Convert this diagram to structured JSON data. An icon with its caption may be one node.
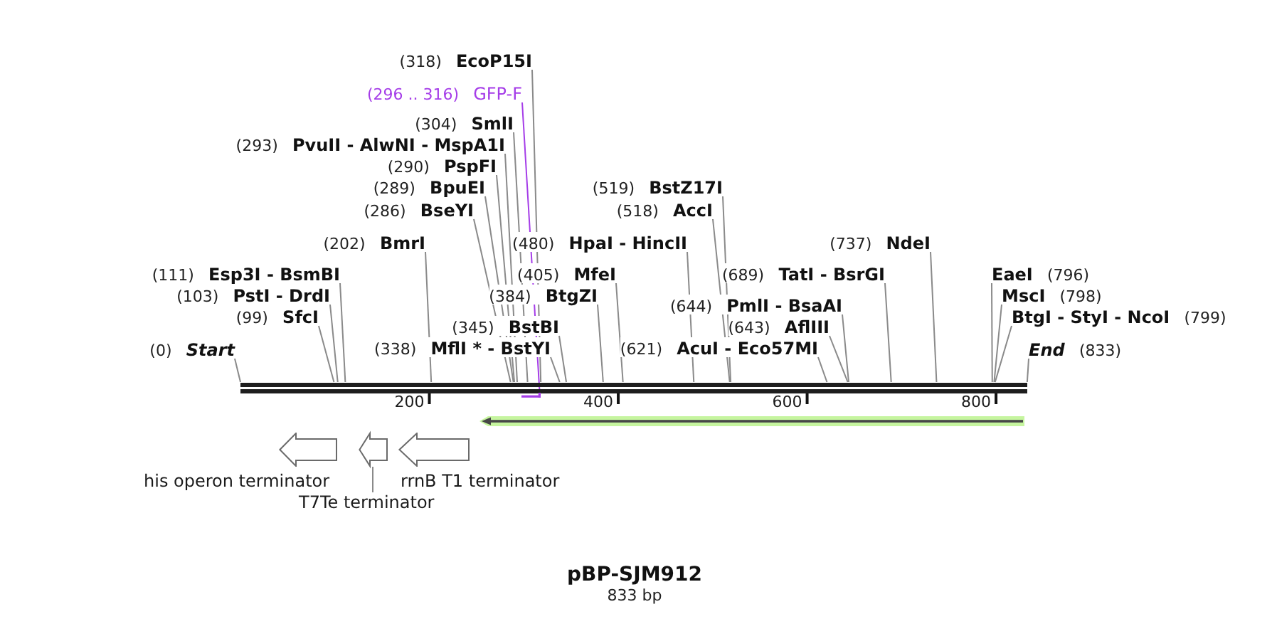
{
  "diagram": {
    "title": "pBP-SJM912",
    "caption": "833 bp",
    "nodes": [
      {
        "text": [
          "(318)",
          "EcoP15I"
        ]
      },
      {
        "text": [
          "(296 .. 316)",
          "GFP-F"
        ]
      },
      {
        "text": [
          "(304)",
          "SmlI"
        ]
      },
      {
        "text": [
          "(293)",
          "PvuII - AlwNI - MspA1I"
        ]
      },
      {
        "text": [
          "(290)",
          "PspFI"
        ]
      },
      {
        "text": [
          "(289)",
          "BpuEI"
        ]
      },
      {
        "text": [
          "(519)",
          "BstZ17I"
        ]
      },
      {
        "text": [
          "(286)",
          "BseYI"
        ]
      },
      {
        "text": [
          "(518)",
          "AccI"
        ]
      },
      {
        "text": [
          "(202)",
          "BmrI"
        ]
      },
      {
        "text": [
          "(480)",
          "HpaI - HincII"
        ]
      },
      {
        "text": [
          "(737)",
          "NdeI"
        ]
      },
      {
        "text": [
          "(111)",
          "Esp3I - BsmBI"
        ]
      },
      {
        "text": [
          "(405)",
          "MfeI"
        ]
      },
      {
        "text": [
          "(689)",
          "TatI - BsrGI"
        ]
      },
      {
        "text": [
          "EaeI",
          "(796)"
        ]
      },
      {
        "text": [
          "(103)",
          "PstI - DrdI"
        ]
      },
      {
        "text": [
          "(384)",
          "BtgZI"
        ]
      },
      {
        "text": [
          "MscI",
          "(798)"
        ]
      },
      {
        "text": [
          "(644)",
          "PmlI - BsaAI"
        ]
      },
      {
        "text": [
          "(99)",
          "SfcI"
        ]
      },
      {
        "text": [
          "BtgI - StyI - NcoI",
          "(799)"
        ]
      },
      {
        "text": [
          "(345)",
          "BstBI"
        ]
      },
      {
        "text": [
          "(643)",
          "AflIII"
        ]
      },
      {
        "text": [
          "(0)",
          "Start"
        ]
      },
      {
        "text": [
          "(338)",
          "MflI * - BstYI"
        ]
      },
      {
        "text": [
          "(621)",
          "AcuI - Eco57MI"
        ]
      },
      {
        "text": [
          "End",
          "(833)"
        ]
      },
      {
        "text": [],
        "shape": "bar"
      },
      {
        "text": [],
        "shape": "bar"
      },
      {
        "text": [],
        "shape": "arrow"
      },
      {
        "text": [
          "his operon terminator"
        ]
      },
      {
        "text": [],
        "shape": "arrow"
      },
      {
        "text": [
          "rrnB T1 terminator"
        ]
      },
      {
        "text": [
          "T7Te terminator"
        ]
      }
    ],
    "edges": [
      {
        "from": 0,
        "to": 28,
        "arrow": "none"
      },
      {
        "from": 1,
        "to": 29,
        "arrow": "none",
        "color": "#a53de8"
      },
      {
        "from": 2,
        "to": 28,
        "arrow": "none"
      },
      {
        "from": 3,
        "to": 28,
        "arrow": "none"
      },
      {
        "from": 4,
        "to": 28,
        "arrow": "none"
      },
      {
        "from": 5,
        "to": 28,
        "arrow": "none"
      },
      {
        "from": 6,
        "to": 28,
        "arrow": "none"
      },
      {
        "from": 7,
        "to": 28,
        "arrow": "none"
      },
      {
        "from": 8,
        "to": 28,
        "arrow": "none"
      },
      {
        "from": 9,
        "to": 28,
        "arrow": "none"
      },
      {
        "from": 10,
        "to": 28,
        "arrow": "none"
      },
      {
        "from": 11,
        "to": 28,
        "arrow": "none"
      },
      {
        "from": 12,
        "to": 28,
        "arrow": "none"
      },
      {
        "from": 13,
        "to": 28,
        "arrow": "none"
      },
      {
        "from": 14,
        "to": 28,
        "arrow": "none"
      },
      {
        "from": 15,
        "to": 28,
        "arrow": "none"
      },
      {
        "from": 16,
        "to": 28,
        "arrow": "none"
      },
      {
        "from": 17,
        "to": 28,
        "arrow": "none"
      },
      {
        "from": 18,
        "to": 28,
        "arrow": "none"
      },
      {
        "from": 19,
        "to": 28,
        "arrow": "none"
      },
      {
        "from": 20,
        "to": 28,
        "arrow": "none"
      },
      {
        "from": 21,
        "to": 28,
        "arrow": "none"
      },
      {
        "from": 22,
        "to": 28,
        "arrow": "none"
      },
      {
        "from": 23,
        "to": 28,
        "arrow": "none"
      },
      {
        "from": 24,
        "to": 28,
        "arrow": "none"
      },
      {
        "from": 25,
        "to": 28,
        "arrow": "none"
      },
      {
        "from": 26,
        "to": 28,
        "arrow": "none"
      },
      {
        "from": 27,
        "to": 28,
        "arrow": "none"
      },
      {
        "from": 34,
        "to": 32,
        "arrow": "none"
      }
    ],
    "labels": [
      "200",
      "400",
      "600",
      "800"
    ]
  }
}
